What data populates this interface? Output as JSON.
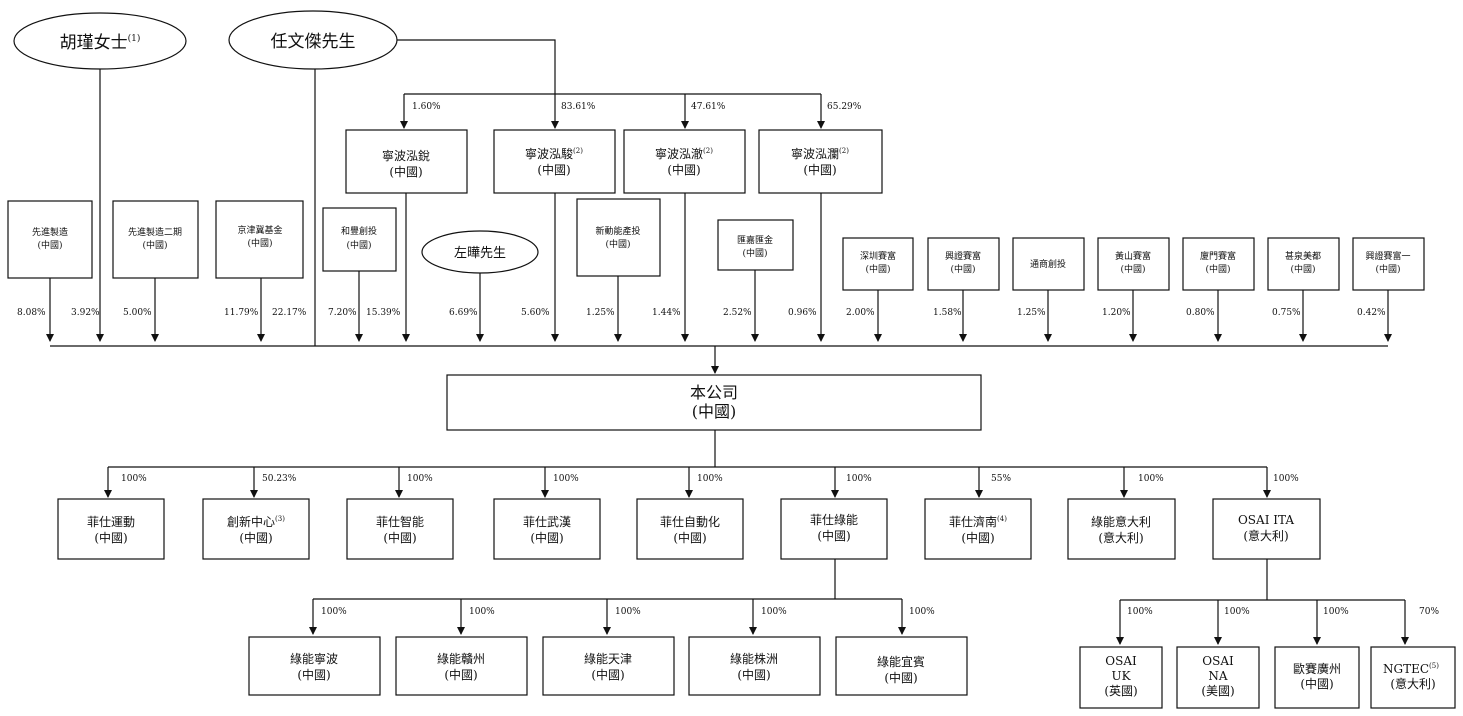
{
  "owners": {
    "hu": {
      "name": "胡瑾女士",
      "note": "(1)"
    },
    "ren": {
      "name": "任文傑先生"
    },
    "zuo": {
      "name": "左曄先生"
    }
  },
  "partnerships": [
    {
      "name": "寧波泓銳",
      "note": "",
      "region": "(中國)",
      "ren_pct": "1.60%"
    },
    {
      "name": "寧波泓駿",
      "note": "(2)",
      "region": "(中國)",
      "ren_pct": "83.61%"
    },
    {
      "name": "寧波泓澈",
      "note": "(2)",
      "region": "(中國)",
      "ren_pct": "47.61%"
    },
    {
      "name": "寧波泓瀾",
      "note": "(2)",
      "region": "(中國)",
      "ren_pct": "65.29%"
    }
  ],
  "shareholders": [
    {
      "name": "先進製造",
      "region": "(中國)"
    },
    {
      "name": "先進製造二期",
      "region": "(中國)"
    },
    {
      "name": "京津冀基金",
      "region": "(中國)"
    },
    {
      "name": "和豐創投",
      "region": "(中國)"
    },
    {
      "name": "新動能產投",
      "region": "(中國)"
    },
    {
      "name": "匯嘉匯金",
      "region": "(中國)"
    },
    {
      "name": "深圳賽富",
      "region": "(中國)"
    },
    {
      "name": "興證賽富",
      "region": "(中國)"
    },
    {
      "name": "通商創投",
      "region": ""
    },
    {
      "name": "黃山賽富",
      "region": "(中國)"
    },
    {
      "name": "廈門賽富",
      "region": "(中國)"
    },
    {
      "name": "甚泉美都",
      "region": "(中國)"
    },
    {
      "name": "興證賽富一",
      "region": "(中國)"
    }
  ],
  "stakes": [
    "8.08%",
    "3.92%",
    "5.00%",
    "11.79%",
    "22.17%",
    "7.20%",
    "15.39%",
    "6.69%",
    "5.60%",
    "1.25%",
    "1.44%",
    "2.52%",
    "0.96%",
    "2.00%",
    "1.58%",
    "1.25%",
    "1.20%",
    "0.80%",
    "0.75%",
    "0.42%"
  ],
  "company": {
    "name": "本公司",
    "region": "(中國)"
  },
  "subsidiaries": [
    {
      "name": "菲仕運動",
      "note": "",
      "region": "(中國)",
      "pct": "100%"
    },
    {
      "name": "創新中心",
      "note": "(3)",
      "region": "(中國)",
      "pct": "50.23%"
    },
    {
      "name": "菲仕智能",
      "note": "",
      "region": "(中國)",
      "pct": "100%"
    },
    {
      "name": "菲仕武漢",
      "note": "",
      "region": "(中國)",
      "pct": "100%"
    },
    {
      "name": "菲仕自動化",
      "note": "",
      "region": "(中國)",
      "pct": "100%"
    },
    {
      "name": "菲仕綠能",
      "note": "",
      "region": "(中國)",
      "pct": "100%"
    },
    {
      "name": "菲仕濟南",
      "note": "(4)",
      "region": "(中國)",
      "pct": "55%"
    },
    {
      "name": "綠能意大利",
      "note": "",
      "region": "(意大利)",
      "pct": "100%"
    },
    {
      "name": "OSAI ITA",
      "note": "",
      "region": "(意大利)",
      "pct": "100%"
    }
  ],
  "green_subs": [
    {
      "name": "綠能寧波",
      "region": "(中國)",
      "pct": "100%"
    },
    {
      "name": "綠能贛州",
      "region": "(中國)",
      "pct": "100%"
    },
    {
      "name": "綠能天津",
      "region": "(中國)",
      "pct": "100%"
    },
    {
      "name": "綠能株洲",
      "region": "(中國)",
      "pct": "100%"
    },
    {
      "name": "綠能宜賓",
      "region": "(中國)",
      "pct": "100%"
    }
  ],
  "osai_subs": [
    {
      "l1": "OSAI",
      "l2": "UK",
      "l3": "(英國)",
      "pct": "100%"
    },
    {
      "l1": "OSAI",
      "l2": "NA",
      "l3": "(美國)",
      "pct": "100%"
    },
    {
      "l1": "歐賽廣州",
      "l2": "(中國)",
      "l3": "",
      "pct": "100%"
    },
    {
      "l1": "NGTEC",
      "l1note": "(5)",
      "l2": "(意大利)",
      "l3": "",
      "pct": "70%"
    }
  ]
}
